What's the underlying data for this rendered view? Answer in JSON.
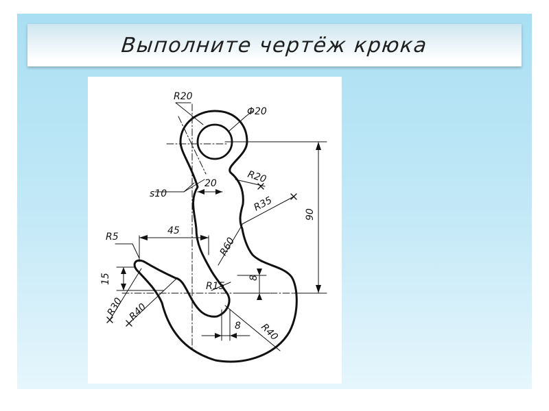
{
  "title": "Выполните чертёж крюка",
  "dimensions": {
    "r20_top": "R20",
    "phi20": "Φ20",
    "r20_right": "R20",
    "s10": "s10",
    "width20": "20",
    "r35": "R35",
    "h90": "90",
    "d45": "45",
    "r5": "R5",
    "r60": "R60",
    "d15": "15",
    "r15": "R15",
    "d8_vertical": "8",
    "r30": "R30",
    "r40_left": "R40",
    "d8_horizontal": "8",
    "r40_right": "R40"
  }
}
